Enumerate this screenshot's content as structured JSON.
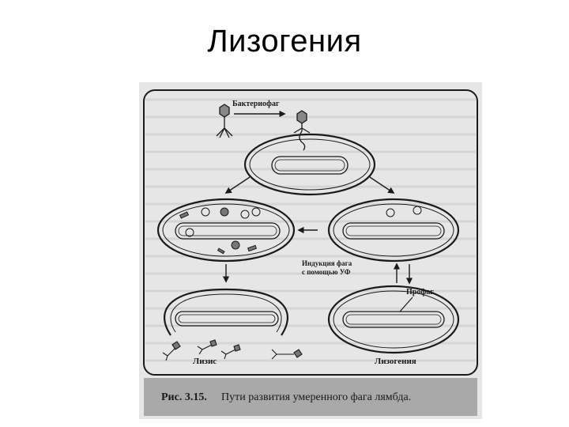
{
  "slide": {
    "title": "Лизогения"
  },
  "figure": {
    "labels": {
      "bacteriophage": "Бактериофаг",
      "induction_line1": "Индукция фага",
      "induction_line2": "с помощью УФ",
      "prophage": "Профаг",
      "lysis": "Лизис",
      "lysogeny": "Лизогения"
    },
    "caption": {
      "number": "Рис. 3.15.",
      "text": "Пути развития умеренного фага лямбда."
    },
    "colors": {
      "paper": "#e6e6e6",
      "ink": "#1a1a1a",
      "caption_band": "#a9a9a9"
    }
  }
}
